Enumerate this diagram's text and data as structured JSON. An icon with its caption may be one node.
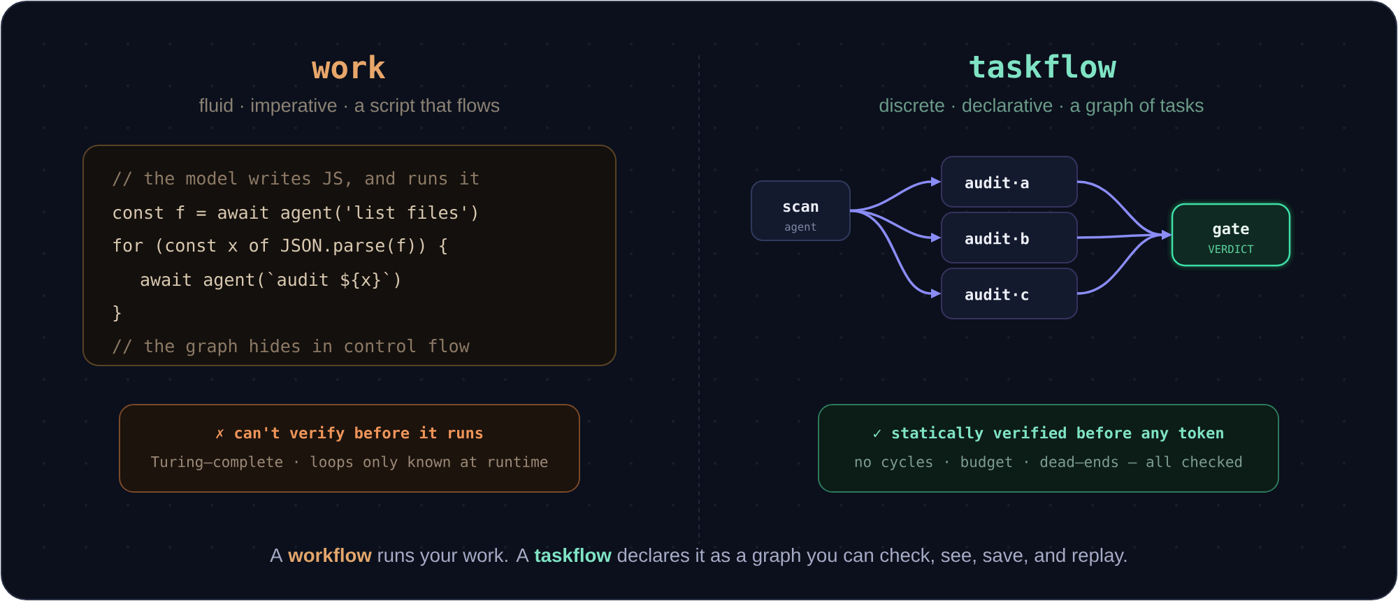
{
  "diagram": {
    "caption": "A **workflow** runs your work. A **taskflow** declares it as a graph you can check, see, save, and replay.",
    "nodes": [
      {
        "text": [
          "// the model writes JS, and runs it",
          "const f = await agent('list files')",
          "for (const x of JSON.parse(f)) {",
          "await agent(`audit ${x}`)",
          "}",
          "// the graph hides in control flow"
        ]
      },
      {
        "text": [
          "✗ can't verify before it runs",
          "Turing–complete · loops only known at runtime"
        ]
      },
      {
        "text": [
          "scan",
          "agent"
        ]
      },
      {
        "text": [
          "audit·a"
        ]
      },
      {
        "text": [
          "audit·b"
        ]
      },
      {
        "text": [
          "audit·c"
        ]
      },
      {
        "text": [
          "gate",
          "VERDICT"
        ]
      },
      {
        "text": [
          "✓ statically verified before any token",
          "no cycles · budget · dead–ends — all checked"
        ]
      }
    ],
    "edges": [
      {
        "from": 2,
        "to": 3,
        "arrow": "to"
      },
      {
        "from": 2,
        "to": 4,
        "arrow": "to"
      },
      {
        "from": 2,
        "to": 5,
        "arrow": "to"
      },
      {
        "from": 3,
        "to": 6,
        "arrow": "to"
      },
      {
        "from": 4,
        "to": 6,
        "arrow": "to"
      },
      {
        "from": 5,
        "to": 6,
        "arrow": "to"
      }
    ],
    "labels": [
      "work",
      "fluid · imperative · a script that flows",
      "taskflow",
      "discrete · declarative · a graph of tasks"
    ]
  }
}
